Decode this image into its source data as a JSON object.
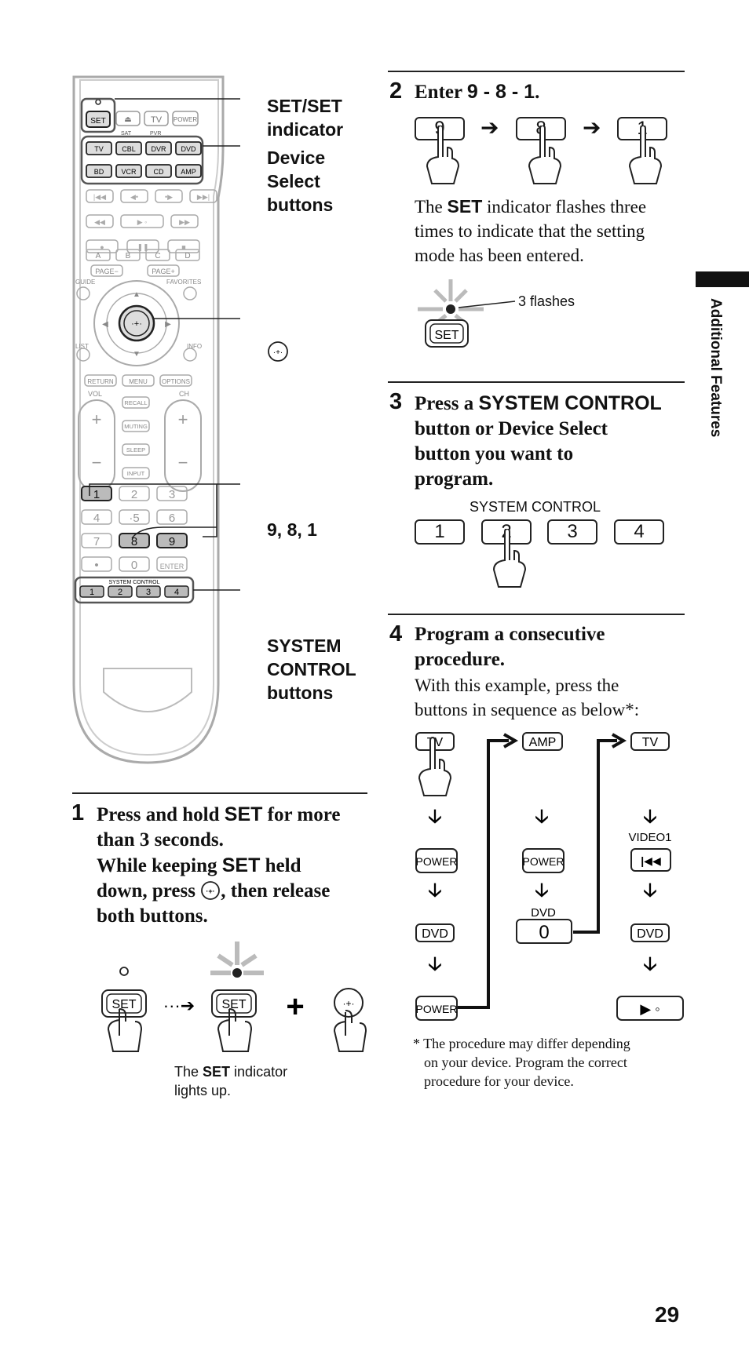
{
  "remote": {
    "keys": {
      "set": "SET",
      "tv_top": "TV",
      "power": "POWER",
      "sat": "SAT",
      "pvr": "PVR",
      "dev_row1": [
        "TV",
        "CBL",
        "DVR",
        "DVD"
      ],
      "dev_row2": [
        "BD",
        "VCR",
        "CD",
        "AMP"
      ],
      "abcd": [
        "A",
        "B",
        "C",
        "D"
      ],
      "page_minus": "PAGE−",
      "page_plus": "PAGE+",
      "guide": "GUIDE",
      "favorites": "FAVORITES",
      "list": "LIST",
      "info": "INFO",
      "return": "RETURN",
      "menu": "MENU",
      "options": "OPTIONS",
      "vol": "VOL",
      "ch": "CH",
      "recall": "RECALL",
      "muting": "MUTING",
      "sleep": "SLEEP",
      "input": "INPUT",
      "nums": [
        "1",
        "2",
        "3",
        "4",
        "·5",
        "6",
        "7",
        "8",
        "9",
        "•",
        "0",
        "ENTER"
      ],
      "system_control": "SYSTEM CONTROL",
      "sys_keys": [
        "1",
        "2",
        "3",
        "4"
      ]
    },
    "callouts": {
      "set_indicator": [
        "SET/SET",
        "indicator"
      ],
      "device_select": [
        "Device",
        "Select",
        "buttons"
      ],
      "nine_eight_one": "9, 8, 1",
      "system_control": [
        "SYSTEM",
        "CONTROL",
        "buttons"
      ]
    }
  },
  "step1": {
    "number": "1",
    "title_lines": [
      [
        "Press and hold ",
        "SET",
        " for more"
      ],
      [
        "than 3 seconds."
      ],
      [
        "While keeping ",
        "SET",
        " held"
      ],
      [
        "down, press ",
        "",
        ", then release"
      ],
      [
        "both buttons."
      ]
    ],
    "set_label": "SET",
    "caption_pre": "The ",
    "caption_bold": "SET",
    "caption_post": " indicator",
    "caption_line2": "lights up."
  },
  "step2": {
    "number": "2",
    "title_pre": "Enter ",
    "title_bold": "9 - 8 - 1",
    "title_post": ".",
    "keys": [
      "9",
      "8",
      "1"
    ],
    "body_pre": "The ",
    "body_bold": "SET",
    "body_line1_post": " indicator flashes three",
    "body_line2": "times to indicate that the setting",
    "body_line3": "mode has been entered.",
    "flash_label": "3 flashes",
    "set_label": "SET"
  },
  "step3": {
    "number": "3",
    "title_line1_pre": "Press a ",
    "title_line1_bold": "SYSTEM CONTROL",
    "title_line2": "button or Device Select",
    "title_line3": "button you want to",
    "title_line4": "program.",
    "group_label": "SYSTEM CONTROL",
    "keys": [
      "1",
      "2",
      "3",
      "4"
    ]
  },
  "step4": {
    "number": "4",
    "title_line1": "Program a consecutive",
    "title_line2": "procedure.",
    "body_line1": "With this example, press the",
    "body_line2": "buttons in sequence as below*:",
    "col1": [
      "TV",
      "POWER",
      "DVD",
      "POWER"
    ],
    "col2": [
      "AMP",
      "POWER",
      "0"
    ],
    "col2_label": "DVD",
    "col3": [
      "TV",
      "VIDEO1",
      "DVD"
    ],
    "footnote_line1": "* The procedure may differ depending",
    "footnote_line2": "on your device. Program the correct",
    "footnote_line3": "procedure for your device."
  },
  "side_tab": "Additional Features",
  "page_number": "29"
}
